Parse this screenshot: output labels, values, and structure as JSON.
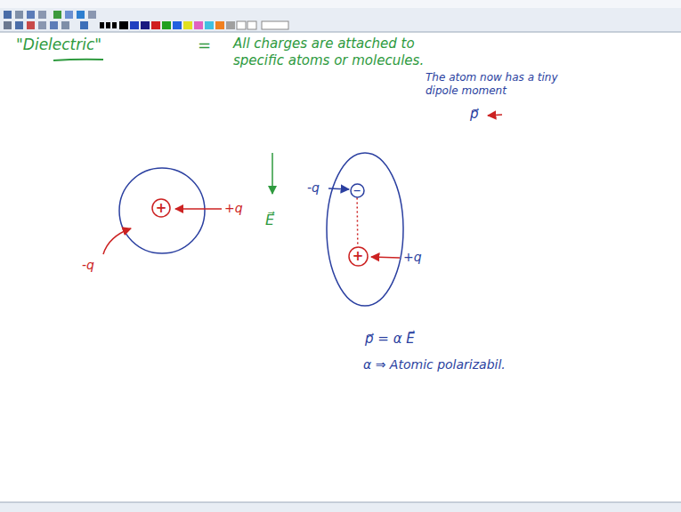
{
  "diagram": {
    "nodes": [
      {
        "text": [
          "+"
        ]
      },
      {
        "text": [
          "−"
        ]
      },
      {
        "text": [
          "+"
        ]
      }
    ],
    "edges": [
      {
        "from": 1,
        "to": 2,
        "arrow": "none"
      }
    ],
    "labels": [
      "\"Dielectric\"",
      "=",
      "All charges are attached to specific atoms or molecules.",
      "+q",
      "-q",
      "E⃗",
      "-q",
      "+q",
      "The atom now has a tiny dipole moment",
      "p⃗",
      "p⃗ = α E⃗",
      "α ⇒ Atomic polarizabil."
    ]
  }
}
